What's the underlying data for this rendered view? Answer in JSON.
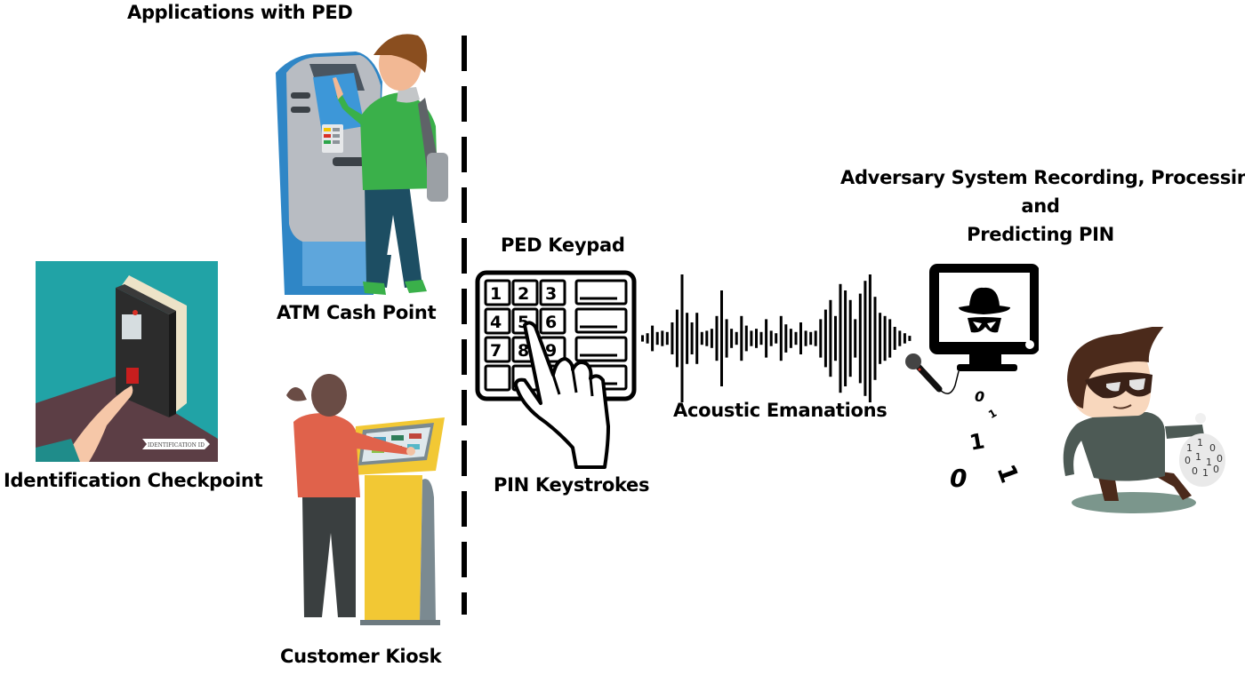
{
  "labels": {
    "applications_title": "Applications with PED",
    "atm": "ATM Cash Point",
    "identification": "Identification Checkpoint",
    "kiosk": "Customer Kiosk",
    "ped_keypad": "PED Keypad",
    "pin_keystrokes": "PIN Keystrokes",
    "acoustic": "Acoustic Emanations",
    "adversary_line1": "Adversary System Recording, Processing",
    "adversary_line2": "and",
    "adversary_line3": "Predicting PIN",
    "id_badge": "IDENTIFICATION ID"
  },
  "keypad": {
    "keys": [
      "1",
      "2",
      "3",
      "4",
      "5",
      "6",
      "7",
      "8",
      "9",
      "",
      "",
      ""
    ]
  },
  "binary": {
    "scattered": [
      "0",
      "1",
      "1",
      "0",
      "1"
    ],
    "bag": [
      "1",
      "1",
      "0",
      "0",
      "1",
      "1",
      "0",
      "0",
      "1",
      "0"
    ]
  },
  "waveform": {
    "amplitudes": [
      0.05,
      0.08,
      0.2,
      0.1,
      0.12,
      0.1,
      0.25,
      0.45,
      1.0,
      0.4,
      0.25,
      0.4,
      0.1,
      0.12,
      0.15,
      0.35,
      0.75,
      0.3,
      0.15,
      0.1,
      0.35,
      0.2,
      0.12,
      0.15,
      0.1,
      0.3,
      0.12,
      0.08,
      0.35,
      0.22,
      0.15,
      0.1,
      0.25,
      0.12,
      0.1,
      0.12,
      0.3,
      0.45,
      0.6,
      0.35,
      0.85,
      0.75,
      0.6,
      0.3,
      0.7,
      0.9,
      1.0,
      0.65,
      0.4,
      0.35,
      0.3,
      0.18,
      0.12,
      0.08,
      0.04
    ]
  },
  "colors": {
    "atm_blue": "#2f86c6",
    "atm_gray": "#b8bcc2",
    "shirt_green": "#3ab04a",
    "jeans": "#1d4e63",
    "hair_brown": "#8a4e1f",
    "teal": "#21a3a6",
    "floor": "#5c3e45",
    "kiosk_yellow": "#f2c834",
    "blouse": "#e0624b",
    "thief_shirt": "#4d5a55"
  }
}
